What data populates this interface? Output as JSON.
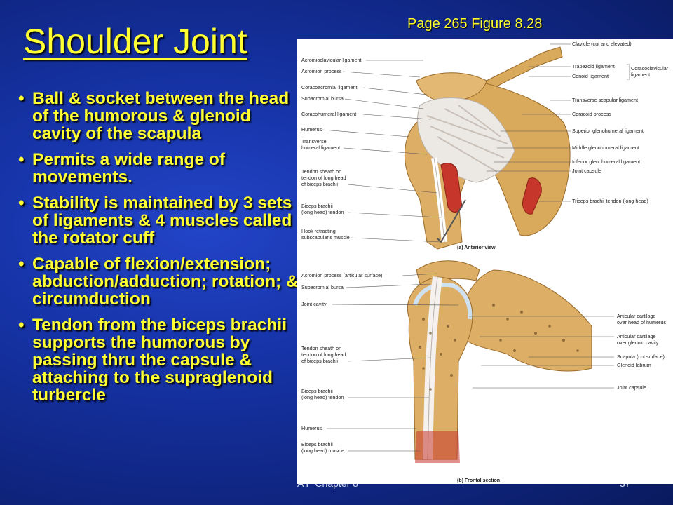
{
  "slide": {
    "title": "Shoulder Joint",
    "figure_ref": "Page 265 Figure 8.28",
    "bullets": [
      "Ball & socket between the head of the humorous & glenoid cavity of the scapula",
      "Permits a wide range of movements.",
      "Stability is maintained by 3 sets of ligaments & 4 muscles  called the rotator cuff",
      "Capable of flexion/extension; abduction/adduction; rotation; & circumduction",
      "Tendon from the biceps brachii supports the humorous by passing thru the capsule & attaching to the supraglenoid turbercle"
    ],
    "bullet_glyph": "•",
    "footer_center": "A P Chapter 8",
    "footer_right": "37"
  },
  "figure": {
    "anterior": {
      "caption": "(a) Anterior view",
      "left_labels": [
        "Acromioclavicular ligament",
        "Acromion process",
        "Coracoacromial ligament",
        "Subacromial bursa",
        "Coracohumeral ligament",
        "Humerus",
        "Transverse",
        "humeral ligament",
        "Tendon sheath on",
        "tendon of long head",
        "of biceps brachii",
        "Biceps brachii",
        "(long head) tendon",
        "Hook retracting",
        "subscapularis muscle"
      ],
      "right_labels": [
        "Clavicle (cut and elevated)",
        "Trapezoid ligament",
        "Conoid ligament",
        "Coracoclavicular",
        "ligament",
        "Transverse scapular ligament",
        "Coracoid process",
        "Superior glenohumeral ligament",
        "Middle glenohumeral ligament",
        "Inferior glenohumeral ligament",
        "Joint capsule",
        "Triceps brachii tendon (long head)"
      ]
    },
    "frontal": {
      "caption": "(b) Frontal section",
      "left_labels": [
        "Acromion process (articular surface)",
        "Subacromial bursa",
        "Joint cavity",
        "Tendon sheath on",
        "tendon of long head",
        "of biceps brachii",
        "Biceps brachii",
        "(long head) tendon",
        "Humerus",
        "Biceps brachii",
        "(long head) muscle"
      ],
      "right_labels": [
        "Articular cartilage",
        "over head of humerus",
        "Articular cartilage",
        "over glenoid cavity",
        "Scapula (cut surface)",
        "Glenoid labrum",
        "Joint capsule"
      ]
    }
  },
  "colors": {
    "text_yellow": "#ffff33",
    "bone": "#d9a95c",
    "ligament": "#ece8e4",
    "muscle": "#c7362b"
  }
}
